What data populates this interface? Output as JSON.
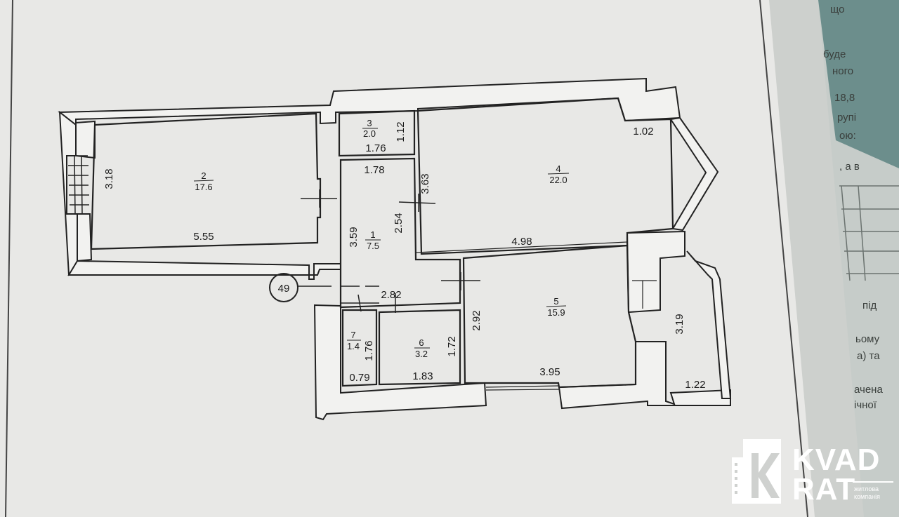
{
  "plan": {
    "entrance_number": "49",
    "rooms": [
      {
        "id": "1",
        "number": "1",
        "area": "7.5"
      },
      {
        "id": "2",
        "number": "2",
        "area": "17.6"
      },
      {
        "id": "3",
        "number": "3",
        "area": "2.0"
      },
      {
        "id": "4",
        "number": "4",
        "area": "22.0"
      },
      {
        "id": "5",
        "number": "5",
        "area": "15.9"
      },
      {
        "id": "6",
        "number": "6",
        "area": "3.2"
      },
      {
        "id": "7",
        "number": "7",
        "area": "1.4"
      }
    ],
    "dimensions": {
      "r2_height": "3.18",
      "r2_width": "5.55",
      "r3_width": "1.76",
      "r3_height": "1.12",
      "hall_top": "1.78",
      "r4_height": "3.63",
      "hall_right": "2.54",
      "hall_left": "3.59",
      "r4_width": "4.98",
      "r4_bay": "1.02",
      "hall_bottom": "2.82",
      "r5_height": "2.92",
      "r5_width": "3.95",
      "r5_right": "3.19",
      "balcony": "1.22",
      "r6_height": "1.72",
      "r6_width": "1.83",
      "r7_height": "1.76",
      "r7_width": "0.79"
    }
  },
  "side_text": [
    "що",
    "буде",
    "ного",
    "18,8",
    "рупі",
    "ою:",
    ", а в",
    "під",
    "ьому",
    "а) та",
    "ачена",
    "ічної"
  ],
  "logo": {
    "line1": "KVAD",
    "line2": "RAT",
    "tagline_1": "житлова",
    "tagline_2": "компанія"
  },
  "colors": {
    "paper": "#e9e9e7",
    "ink": "#222222",
    "logo": "#ffffff"
  }
}
